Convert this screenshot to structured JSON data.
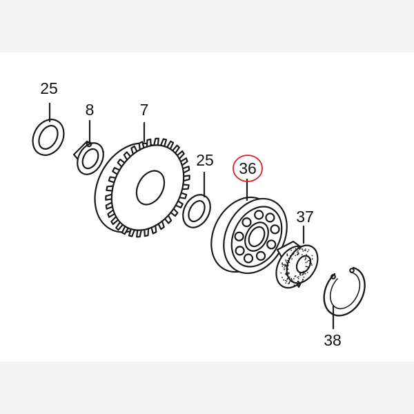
{
  "diagram": {
    "callouts": [
      {
        "id": "washer-left",
        "label": "25"
      },
      {
        "id": "collar",
        "label": "8"
      },
      {
        "id": "gear",
        "label": "7"
      },
      {
        "id": "washer-right",
        "label": "25"
      },
      {
        "id": "bearing",
        "label": "36",
        "highlighted": true
      },
      {
        "id": "oil-seal",
        "label": "37"
      },
      {
        "id": "snap-ring",
        "label": "38"
      }
    ],
    "colors": {
      "line": "#1a1a1a",
      "highlight": "#d9221f",
      "panel": "#ffffff",
      "background": "#f3f3f3"
    }
  }
}
